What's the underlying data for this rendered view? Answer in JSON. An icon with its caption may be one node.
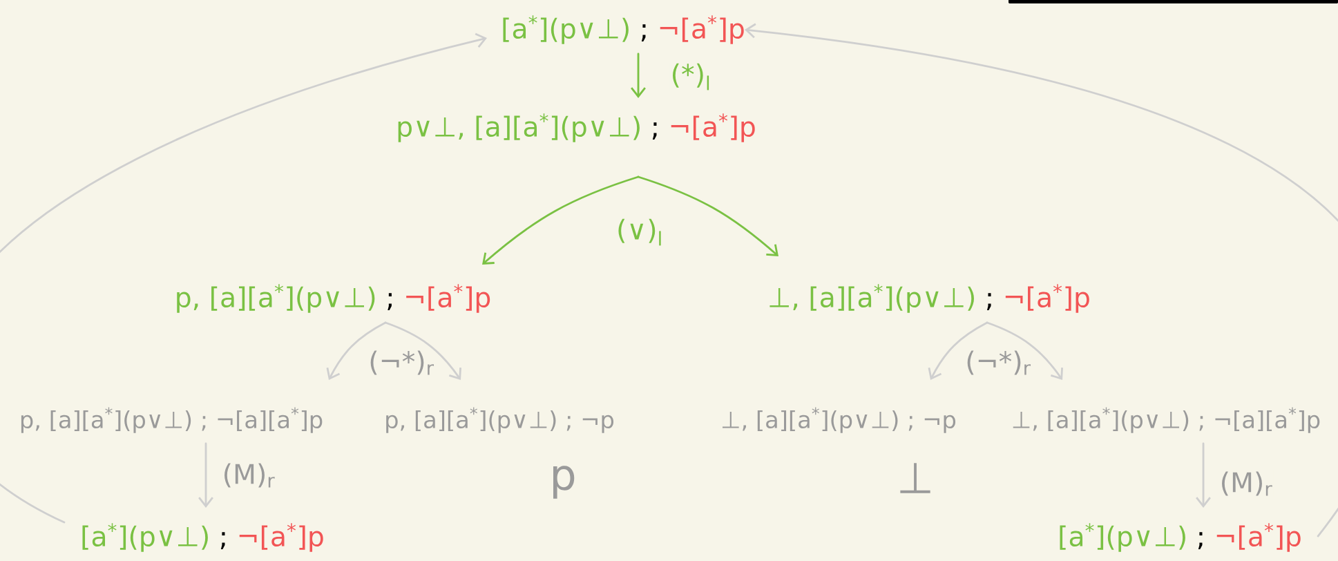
{
  "diagram": {
    "nodes": [
      {
        "text": [
          "[a$^{*}$](p∨⊥)",
          ";",
          "¬[a$^{*}$]p"
        ]
      },
      {
        "text": [
          "p∨⊥, [a][a$^{*}$](p∨⊥)",
          ";",
          "¬[a$^{*}$]p"
        ]
      },
      {
        "text": [
          "p, [a][a$^{*}$](p∨⊥)",
          ";",
          "¬[a$^{*}$]p"
        ]
      },
      {
        "text": [
          "⊥, [a][a$^{*}$](p∨⊥)",
          ";",
          "¬[a$^{*}$]p"
        ]
      },
      {
        "text": [
          "p, [a][a$^{*}$](p∨⊥) ; ¬[a][a$^{*}$]p"
        ]
      },
      {
        "text": [
          "p, [a][a$^{*}$](p∨⊥) ; ¬p"
        ],
        "beside": [
          "p"
        ]
      },
      {
        "text": [
          "⊥, [a][a$^{*}$](p∨⊥) ; ¬p"
        ],
        "beside": [
          "⊥"
        ]
      },
      {
        "text": [
          "⊥, [a][a$^{*}$](p∨⊥) ; ¬[a][a$^{*}$]p"
        ]
      },
      {
        "text": [
          "[a$^{*}$](p∨⊥)",
          ";",
          "¬[a$^{*}$]p"
        ]
      },
      {
        "text": [
          "[a$^{*}$](p∨⊥)",
          ";",
          "¬[a$^{*}$]p"
        ]
      }
    ],
    "edges": [
      {
        "from": 0,
        "to": 1,
        "arrow": "to",
        "label": "(*)$_{l}$",
        "color": "#7ac143"
      },
      {
        "from": 1,
        "to": 2,
        "arrow": "to",
        "label": "(∨)$_{l}$",
        "color": "#7ac143"
      },
      {
        "from": 1,
        "to": 3,
        "arrow": "to",
        "color": "#7ac143"
      },
      {
        "from": 2,
        "to": 4,
        "arrow": "to",
        "label": "(¬*)$_{r}$"
      },
      {
        "from": 2,
        "to": 5,
        "arrow": "to"
      },
      {
        "from": 3,
        "to": 6,
        "arrow": "to",
        "label": "(¬*)$_{r}$"
      },
      {
        "from": 3,
        "to": 7,
        "arrow": "to"
      },
      {
        "from": 4,
        "to": 8,
        "arrow": "to",
        "label": "(M)$_{r}$"
      },
      {
        "from": 7,
        "to": 9,
        "arrow": "to",
        "label": "(M)$_{r}$"
      },
      {
        "from": 8,
        "to": 0,
        "arrow": "to"
      },
      {
        "from": 9,
        "to": 0,
        "arrow": "to"
      }
    ]
  }
}
